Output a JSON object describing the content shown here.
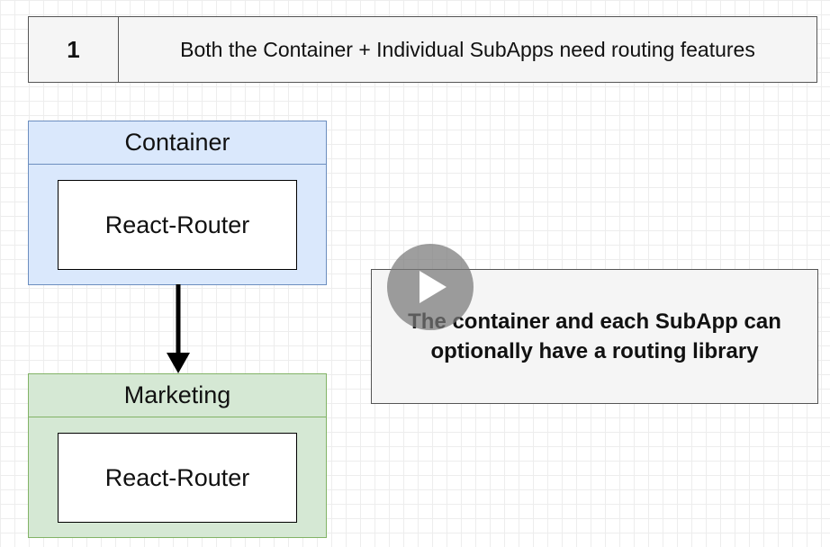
{
  "header": {
    "number": "1",
    "text": "Both the Container + Individual SubApps need routing features"
  },
  "container": {
    "title": "Container",
    "inner_label": "React-Router",
    "colors": {
      "fill": "#dae8fc",
      "stroke": "#6c8ebf"
    }
  },
  "marketing": {
    "title": "Marketing",
    "inner_label": "React-Router",
    "colors": {
      "fill": "#d5e8d4",
      "stroke": "#82b366"
    }
  },
  "note": {
    "line1": "The container and each SubApp can",
    "line2": "optionally have a routing library"
  },
  "video_overlay": {
    "icon": "play-icon"
  }
}
